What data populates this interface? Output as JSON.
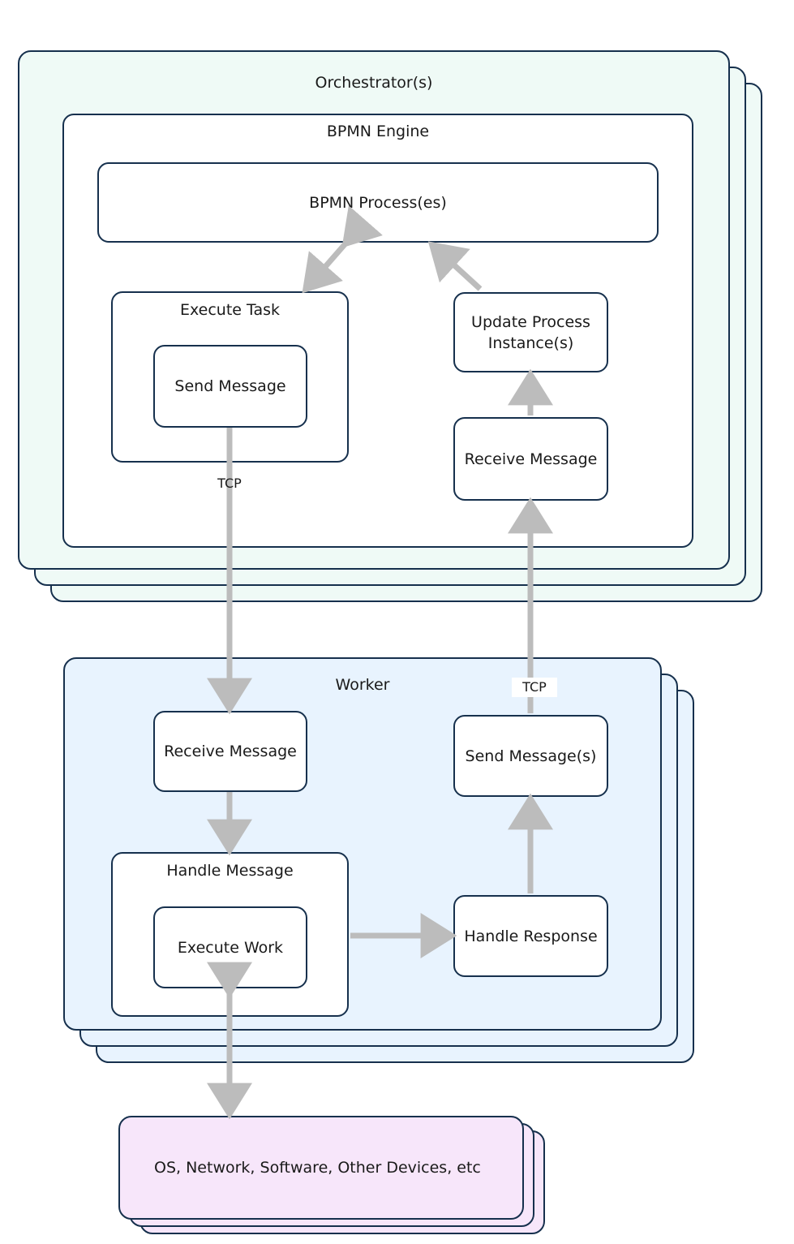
{
  "diagram": {
    "title_hidden": "",
    "colors": {
      "stroke": "#16304d",
      "arrow": "#bcbcbc",
      "orchestrator_fill": "#effaf6",
      "worker_fill": "#e8f3fe",
      "platform_fill": "#f7e6fa",
      "node_fill": "#ffffff",
      "text": "#1a1a1a"
    },
    "groups": {
      "orchestrator": {
        "label": "Orchestrator(s)",
        "stack_count": 3
      },
      "bpmn_engine": {
        "label": "BPMN Engine"
      },
      "worker": {
        "label": "Worker",
        "stack_count": 3
      },
      "platform": {
        "label": "OS, Network, Software, Other Devices, etc",
        "stack_count": 3
      }
    },
    "nodes": {
      "bpmn_process": {
        "label": "BPMN Process(es)"
      },
      "execute_task": {
        "label": "Execute Task"
      },
      "send_message": {
        "label": "Send Message"
      },
      "update_process_instances": {
        "label": "Update Process\nInstance(s)"
      },
      "update_process_instances_line1": "Update Process",
      "update_process_instances_line2": "Instance(s)",
      "receive_message_orchestrator": {
        "label": "Receive Message"
      },
      "receive_message_worker": {
        "label": "Receive Message"
      },
      "handle_message": {
        "label": "Handle Message"
      },
      "execute_work": {
        "label": "Execute Work"
      },
      "send_messages_worker": {
        "label": "Send Message(s)"
      },
      "handle_response": {
        "label": "Handle Response"
      }
    },
    "edge_labels": {
      "tcp_outbound": "TCP",
      "tcp_inbound": "TCP"
    }
  }
}
